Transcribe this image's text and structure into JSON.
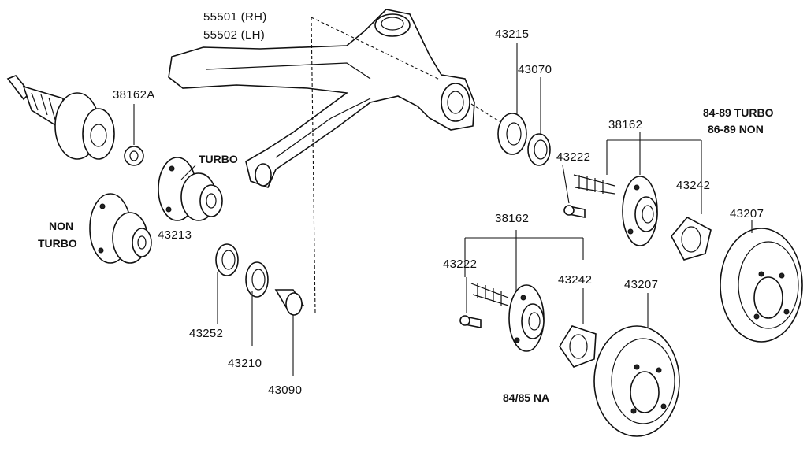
{
  "labels": {
    "arm_rh": "55501 (RH)",
    "arm_lh": "55502 (LH)",
    "nut_38162a": "38162A",
    "turbo": "TURBO",
    "non": "NON",
    "non_turbo": "TURBO",
    "p43213": "43213",
    "p43252": "43252",
    "p43210": "43210",
    "p43090": "43090",
    "p43215": "43215",
    "p43070": "43070",
    "p38162_upper": "38162",
    "p43222_upper": "43222",
    "p43242_upper": "43242",
    "p43207_upper": "43207",
    "turbo_years": "84-89 TURBO",
    "non_years": "86-89 NON",
    "p38162_lower": "38162",
    "p43222_lower": "43222",
    "p43242_lower": "43242",
    "p43207_lower": "43207",
    "na_years": "84/85 NA"
  }
}
